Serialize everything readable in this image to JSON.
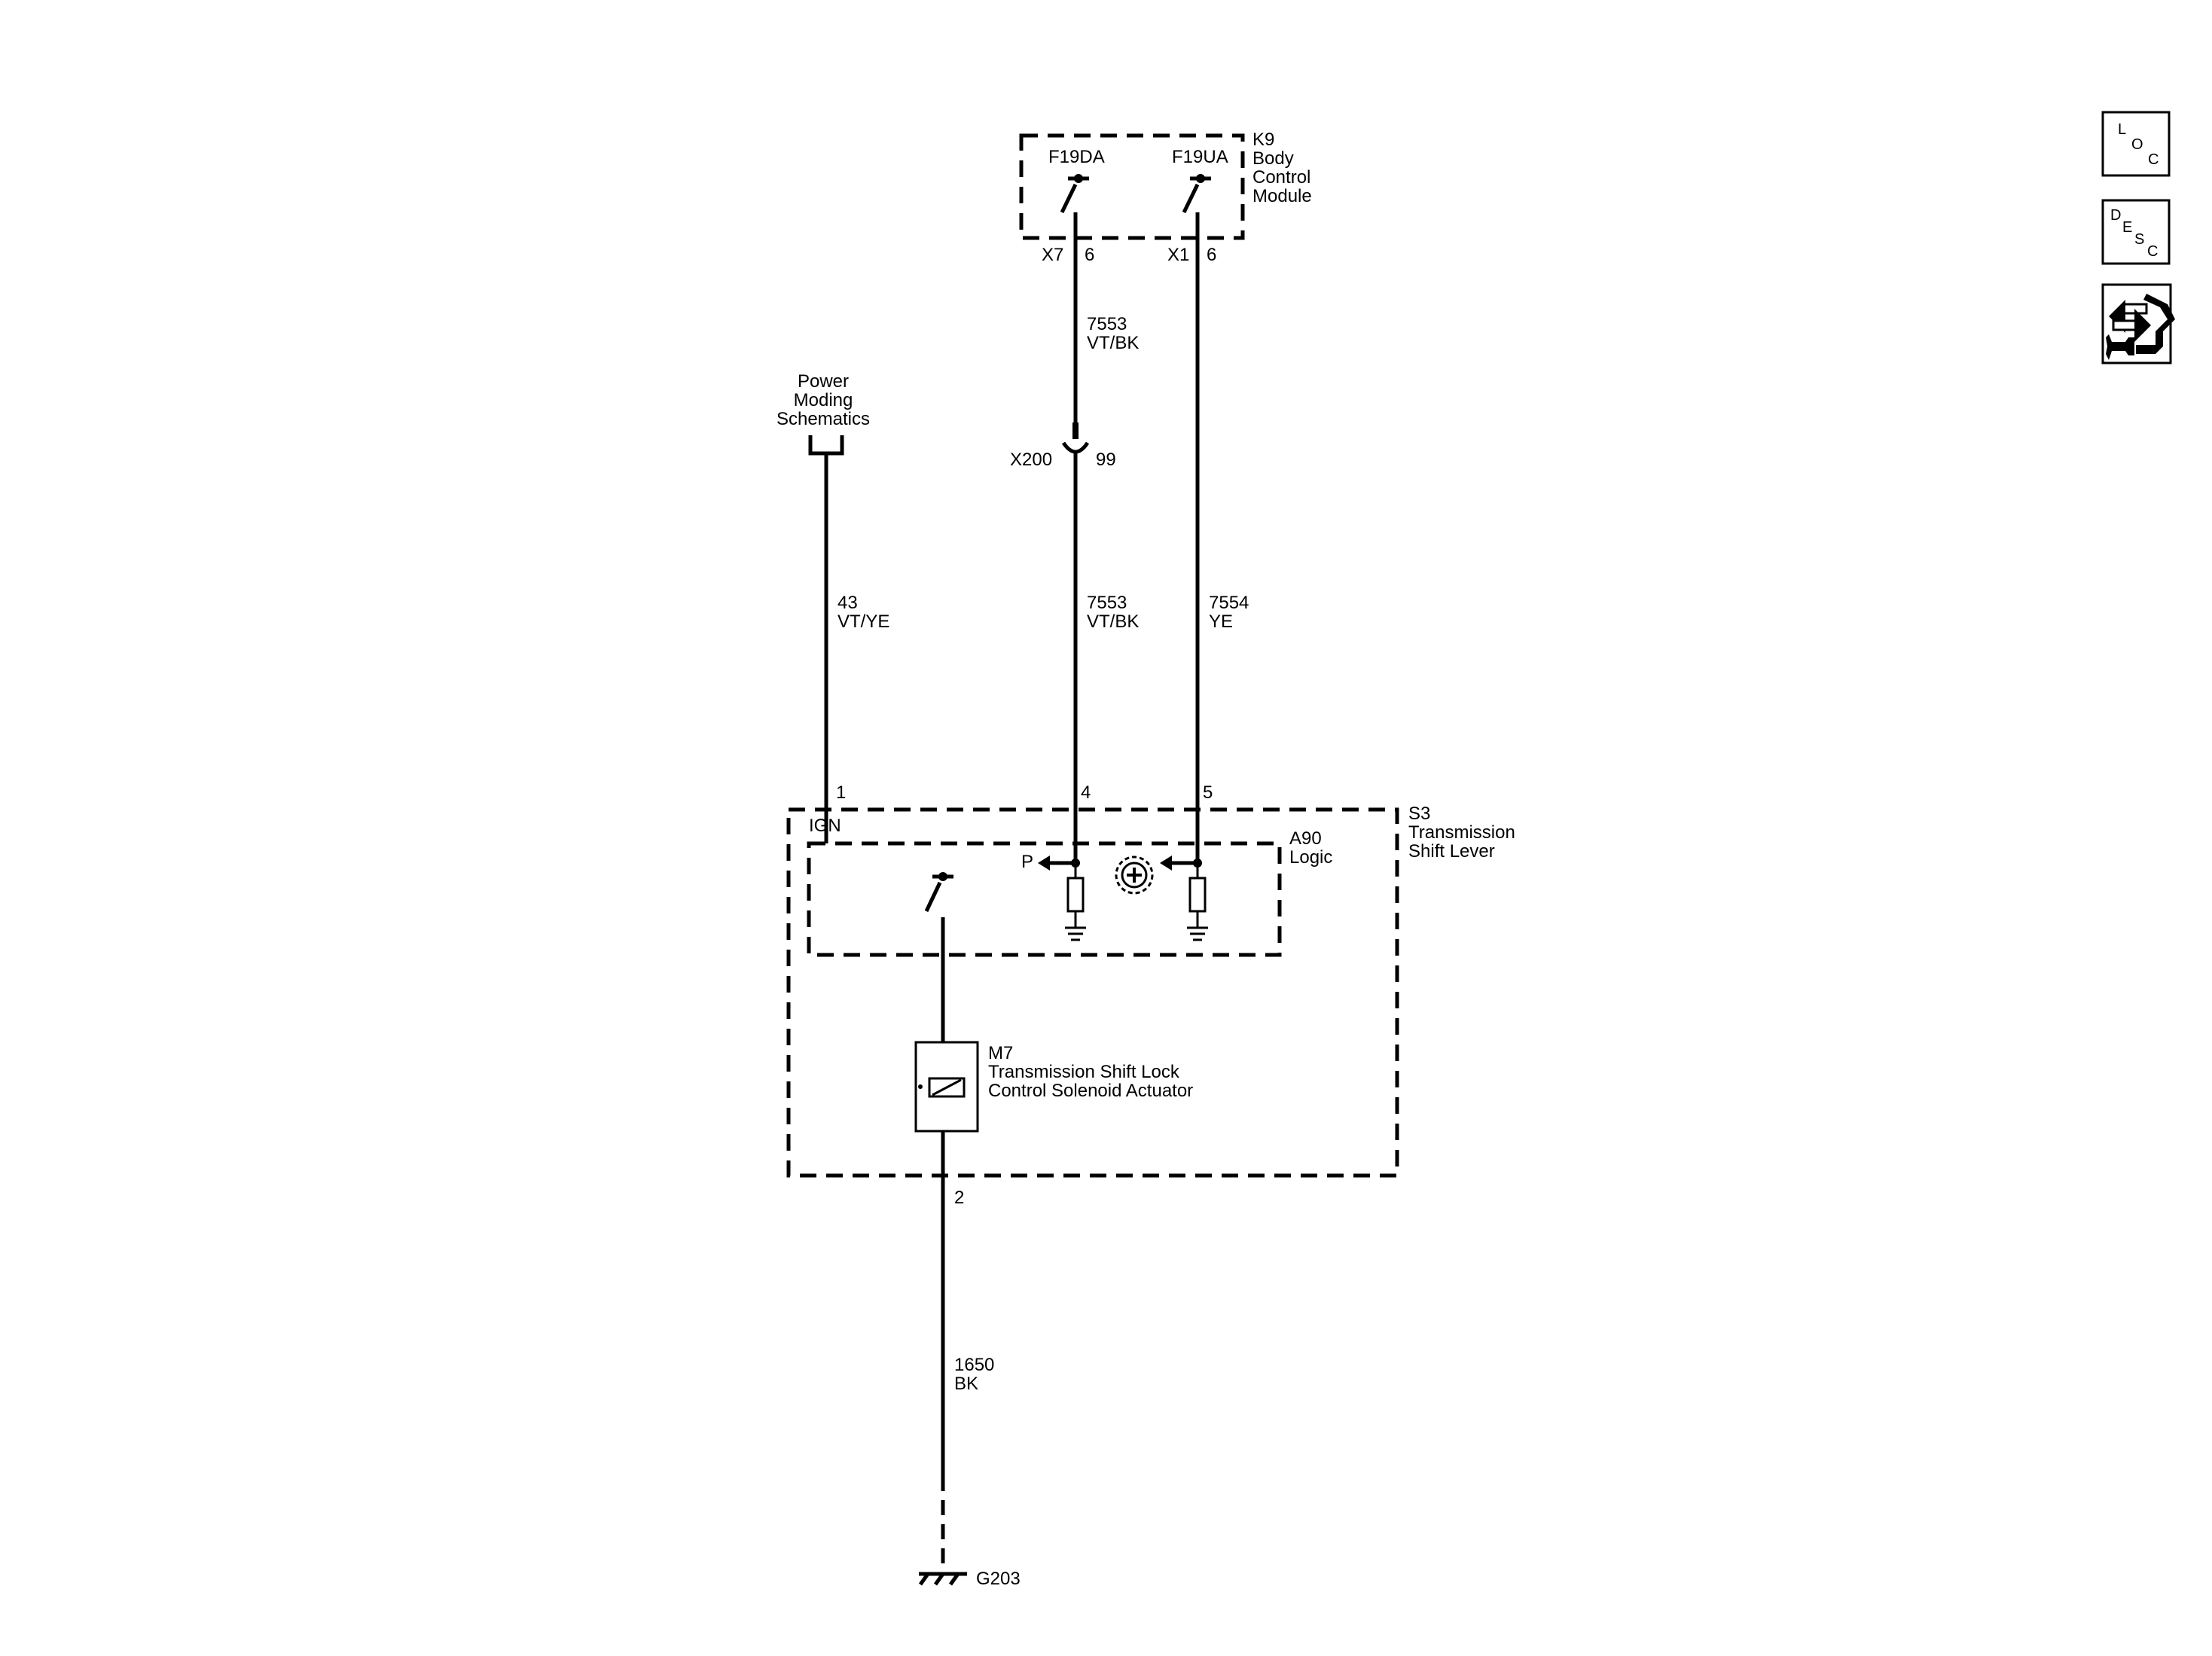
{
  "modules": {
    "k9": {
      "id": "K9",
      "name_lines": [
        "Body",
        "Control",
        "Module"
      ]
    },
    "s3": {
      "id": "S3",
      "name_lines": [
        "Transmission",
        "Shift Lever"
      ]
    },
    "a90": {
      "id": "A90",
      "name_lines": [
        "Logic"
      ]
    },
    "m7": {
      "id": "M7",
      "name_lines": [
        "Transmission Shift Lock",
        "Control Solenoid Actuator"
      ]
    }
  },
  "k9_outputs": {
    "left": {
      "label": "F19DA",
      "connector": "X7",
      "pin": "6"
    },
    "right": {
      "label": "F19UA",
      "connector": "X1",
      "pin": "6"
    }
  },
  "power": {
    "name_lines": [
      "Power",
      "Moding",
      "Schematics"
    ]
  },
  "inline_connector": {
    "id": "X200",
    "pin": "99"
  },
  "circuits": {
    "ign": {
      "number": "43",
      "color": "VT/YE"
    },
    "park_upper": {
      "number": "7553",
      "color": "VT/BK"
    },
    "park_lower": {
      "number": "7553",
      "color": "VT/BK"
    },
    "lock": {
      "number": "7554",
      "color": "YE"
    },
    "ground": {
      "number": "1650",
      "color": "BK"
    }
  },
  "s3_pins": {
    "ign": "1",
    "park": "4",
    "lock": "5",
    "ground": "2"
  },
  "labels": {
    "ign": "IGN",
    "park": "P"
  },
  "ground_point": "G203",
  "side_buttons": {
    "loc": [
      "L",
      "O",
      "C"
    ],
    "desc": [
      "D",
      "E",
      "S",
      "C"
    ]
  }
}
